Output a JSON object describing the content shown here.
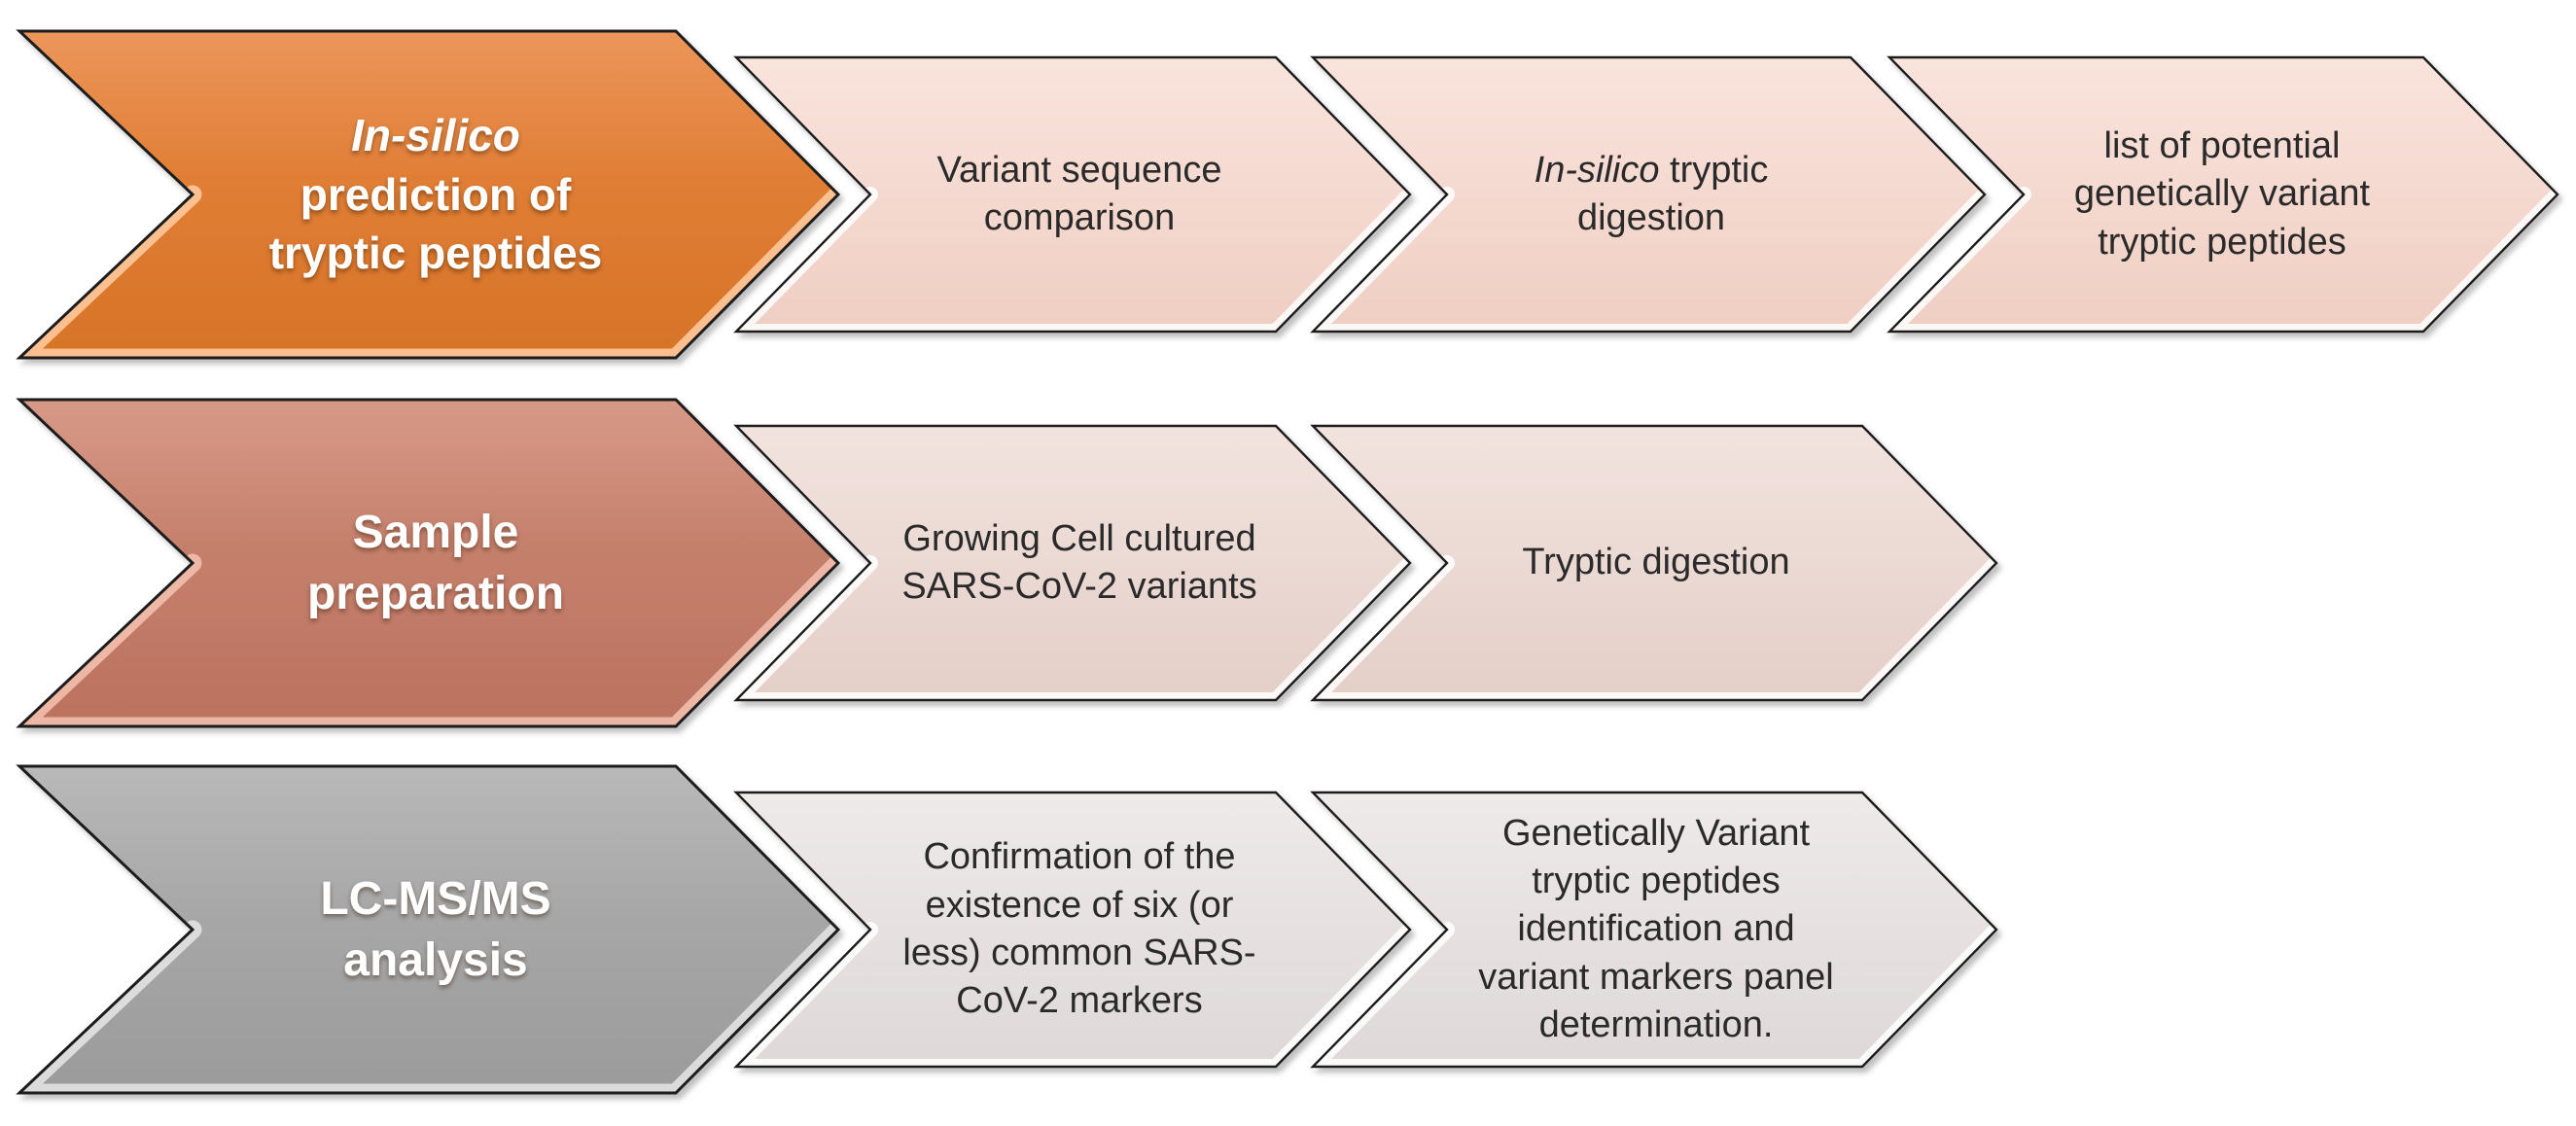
{
  "process": {
    "rows": [
      {
        "stage": {
          "em": "In-silico",
          "text": "prediction of\ntryptic peptides"
        },
        "steps": [
          {
            "em": "",
            "text": "Variant sequence\ncomparison"
          },
          {
            "em": "In-silico",
            "text": " tryptic\ndigestion"
          },
          {
            "em": "",
            "text": "list of potential\ngenetically variant\ntryptic peptides"
          }
        ]
      },
      {
        "stage": {
          "em": "",
          "text": "Sample\npreparation"
        },
        "steps": [
          {
            "em": "",
            "text": "Growing Cell cultured\nSARS-CoV-2 variants"
          },
          {
            "em": "",
            "text": "Tryptic digestion"
          }
        ]
      },
      {
        "stage": {
          "em": "",
          "text": "LC-MS/MS\nanalysis"
        },
        "steps": [
          {
            "em": "",
            "text": "Confirmation of the\nexistence of six (or\nless) common SARS-\nCoV-2 markers"
          },
          {
            "em": "",
            "text": "Genetically Variant\ntryptic peptides\nidentification and\nvariant markers panel\ndetermination."
          }
        ]
      }
    ],
    "colors": {
      "stage1": {
        "light": "#EC965B",
        "base": "#E07E35",
        "dark": "#D67327"
      },
      "step1": {
        "light": "#F9E4DC",
        "base": "#F5DAD1",
        "dark": "#EFCEC2"
      },
      "stage2": {
        "light": "#D79A87",
        "base": "#C5806C",
        "dark": "#BB7260"
      },
      "step2": {
        "light": "#F2E3DE",
        "base": "#ECDAD4",
        "dark": "#E4CEC8"
      },
      "stage3": {
        "light": "#B9B9B9",
        "base": "#A7A7A7",
        "dark": "#9B9B9B"
      },
      "step3": {
        "light": "#EEEAE9",
        "base": "#E7E2E1",
        "dark": "#DED9D8"
      },
      "gloss_stage1": "#FFC89B",
      "gloss_stage2": "#F2BFAC",
      "gloss_stage3": "#E2E2E2",
      "gloss_step": "#FFFFFF",
      "outline": "#1E1E1E",
      "text_dark": "#2A2A2A",
      "text_light": "#FFFFFF"
    }
  }
}
